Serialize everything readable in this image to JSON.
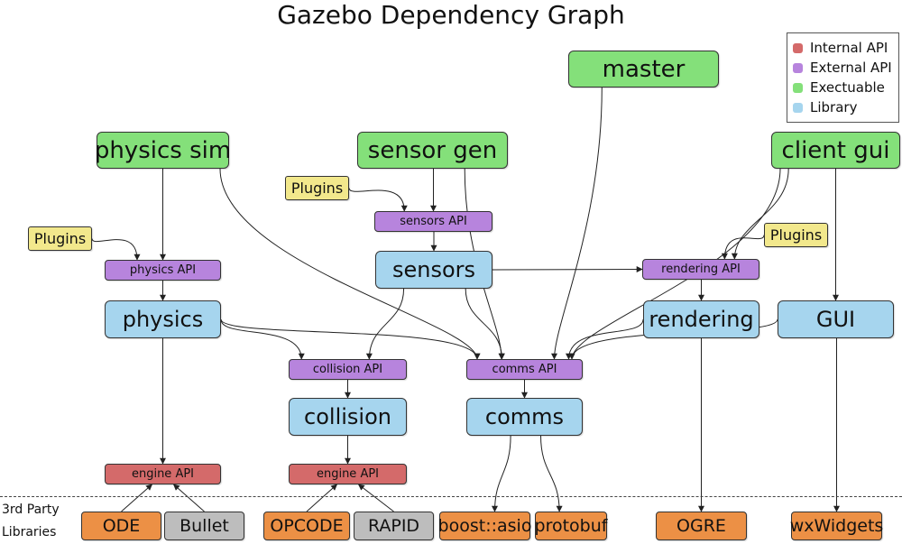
{
  "title": "Gazebo Dependency Graph",
  "legend": [
    {
      "label": "Internal API",
      "color": "#d46a6a"
    },
    {
      "label": "External API",
      "color": "#b784dd"
    },
    {
      "label": "Exectuable",
      "color": "#84e07a"
    },
    {
      "label": "Library",
      "color": "#a6d5ee"
    }
  ],
  "third_party_label": "3rd Party Libraries",
  "nodes": {
    "master": "master",
    "physics_sim": "physics sim",
    "sensor_gen": "sensor gen",
    "client_gui": "client gui",
    "plugins_sensors": "Plugins",
    "plugins_physics": "Plugins",
    "plugins_rendering": "Plugins",
    "sensors_api": "sensors API",
    "physics_api": "physics API",
    "rendering_api": "rendering API",
    "sensors": "sensors",
    "physics": "physics",
    "rendering": "rendering",
    "gui": "GUI",
    "collision_api": "collision API",
    "comms_api": "comms API",
    "collision": "collision",
    "comms": "comms",
    "engine_api_1": "engine API",
    "engine_api_2": "engine API",
    "ode": "ODE",
    "bullet": "Bullet",
    "opcode": "OPCODE",
    "rapid": "RAPID",
    "boost_asio": "boost::asio",
    "protobuf": "protobuf",
    "ogre": "OGRE",
    "wxwidgets": "wxWidgets"
  },
  "edges": [
    {
      "from": "master",
      "to": "comms_api"
    },
    {
      "from": "physics_sim",
      "to": "physics_api"
    },
    {
      "from": "physics_sim",
      "to": "comms_api"
    },
    {
      "from": "sensor_gen",
      "to": "sensors_api"
    },
    {
      "from": "sensor_gen",
      "to": "comms_api"
    },
    {
      "from": "client_gui",
      "to": "comms_api"
    },
    {
      "from": "client_gui",
      "to": "rendering_api"
    },
    {
      "from": "client_gui",
      "to": "gui"
    },
    {
      "from": "plugins_sensors",
      "to": "sensors_api"
    },
    {
      "from": "plugins_physics",
      "to": "physics_api"
    },
    {
      "from": "plugins_rendering",
      "to": "rendering_api"
    },
    {
      "from": "sensors_api",
      "to": "sensors"
    },
    {
      "from": "physics_api",
      "to": "physics"
    },
    {
      "from": "rendering_api",
      "to": "rendering"
    },
    {
      "from": "sensors",
      "to": "rendering_api"
    },
    {
      "from": "sensors",
      "to": "collision_api"
    },
    {
      "from": "sensors",
      "to": "comms_api"
    },
    {
      "from": "physics",
      "to": "collision_api"
    },
    {
      "from": "physics",
      "to": "comms_api"
    },
    {
      "from": "physics",
      "to": "engine_api_1"
    },
    {
      "from": "rendering",
      "to": "comms_api"
    },
    {
      "from": "rendering",
      "to": "ogre"
    },
    {
      "from": "gui",
      "to": "comms_api"
    },
    {
      "from": "gui",
      "to": "wxwidgets"
    },
    {
      "from": "collision_api",
      "to": "collision"
    },
    {
      "from": "comms_api",
      "to": "comms"
    },
    {
      "from": "collision",
      "to": "engine_api_2"
    },
    {
      "from": "comms",
      "to": "boost_asio"
    },
    {
      "from": "comms",
      "to": "protobuf"
    },
    {
      "from": "ode",
      "to": "engine_api_1"
    },
    {
      "from": "bullet",
      "to": "engine_api_1"
    },
    {
      "from": "opcode",
      "to": "engine_api_2"
    },
    {
      "from": "rapid",
      "to": "engine_api_2"
    }
  ]
}
